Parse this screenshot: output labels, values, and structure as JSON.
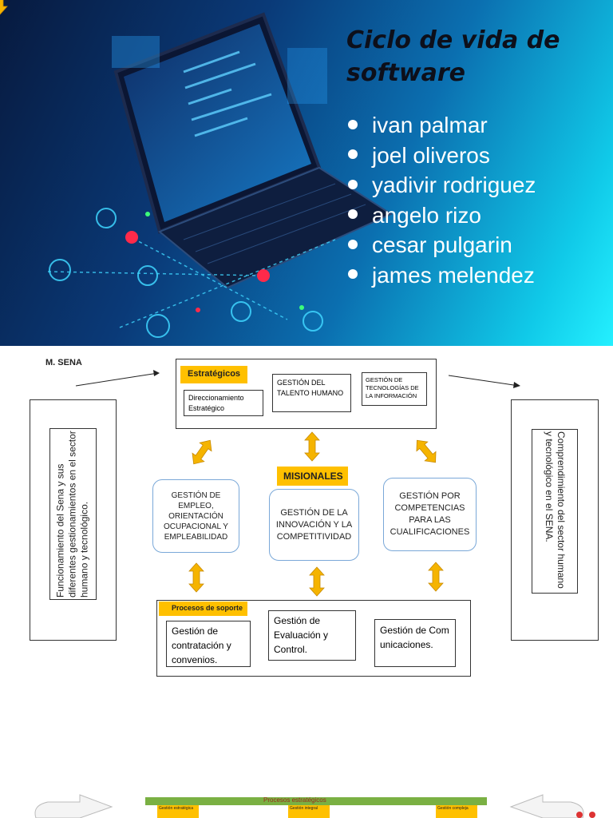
{
  "cover": {
    "title_line1": "Ciclo de vida de",
    "title_line2": "software",
    "members": [
      "ivan palmar",
      "joel oliveros",
      "yadivir rodriguez",
      "angelo rizo",
      "cesar pulgarin",
      "james melendez"
    ]
  },
  "diagram": {
    "heading": "M. SENA",
    "strategic": {
      "tag": "Estratégicos",
      "items": [
        "Direccionamiento Estratégico",
        "GESTIÓN DEL TALENTO HUMANO",
        "GESTIÓN DE TECNOLOGÍAS DE LA INFORMACIÓN"
      ]
    },
    "missional": {
      "tag": "MISIONALES",
      "items": [
        "GESTIÓN DE EMPLEO, ORIENTACIÓN OCUPACIONAL Y EMPLEABILIDAD",
        "GESTIÓN DE LA INNOVACIÓN Y LA COMPETITIVIDAD",
        "GESTIÓN POR COMPETENCIAS PARA LAS CUALIFICACIONES"
      ]
    },
    "support": {
      "tag": "Procesos de soporte",
      "items": [
        "Gestión de contratación y convenios.",
        "Gestión de Evaluación y Control.",
        "Gestión de Comunicaciones."
      ]
    },
    "left_text": "Funcionamiento del Sena y sus diferentes gestionamientos en el sector humano y tecnológico.",
    "right_text": "Comprendimiento del sector humano y tecnológico en el SENA."
  },
  "footer": {
    "bar_title": "Procesos estratégicos",
    "bar_items": [
      "Gestión estratégica",
      "Gestión integral",
      "Gestión compleja"
    ]
  },
  "colors": {
    "accent": "#ffc000",
    "arrow": "#f5b400",
    "cover_text": "#ffffff"
  }
}
